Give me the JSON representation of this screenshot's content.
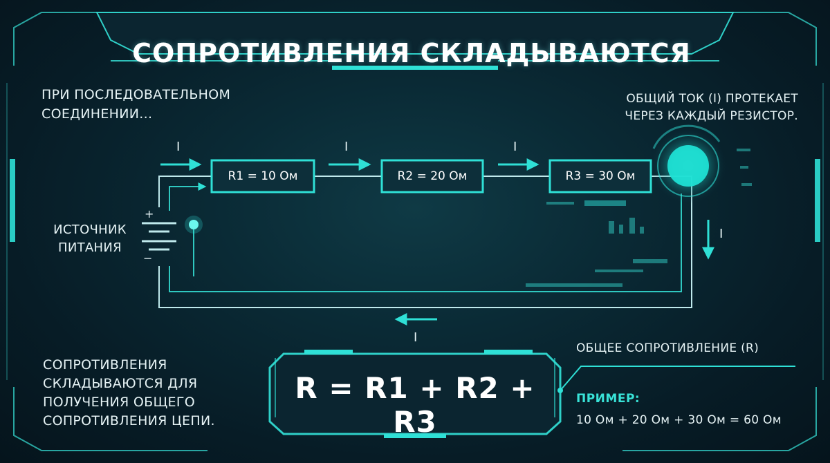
{
  "title": "СОПРОТИВЛЕНИЯ СКЛАДЫВАЮТСЯ",
  "intro_line1": "ПРИ ПОСЛЕДОВАТЕЛЬНОМ",
  "intro_line2": "СОЕДИНЕНИИ...",
  "current_note_line1": "ОБЩИЙ ТОК (I) ПРОТЕКАЕТ",
  "current_note_line2": "ЧЕРЕЗ КАЖДЫЙ РЕЗИСТОР.",
  "source": {
    "label_line1": "ИСТОЧНИК",
    "label_line2": "ПИТАНИЯ",
    "plus": "+",
    "minus": "−"
  },
  "current_symbol": "I",
  "resistors": [
    "R1 = 10 Ом",
    "R2 = 20 Ом",
    "R3 = 30 Ом"
  ],
  "bottom_text": [
    "СОПРОТИВЛЕНИЯ",
    "СКЛАДЫВАЮТСЯ ДЛЯ",
    "ПОЛУЧЕНИЯ ОБЩЕГО",
    "СОПРОТИВЛЕНИЯ ЦЕПИ."
  ],
  "formula": "R = R1 + R2 + R3",
  "total_label": "ОБЩЕЕ СОПРОТИВЛЕНИЕ (R)",
  "example_label": "ПРИМЕР:",
  "example_value": "10 Ом + 20 Ом + 30 Ом = 60 Ом",
  "colors": {
    "accent": "#2fe0d6",
    "wire": "#bfe9ec",
    "background": "#0a2a35"
  }
}
